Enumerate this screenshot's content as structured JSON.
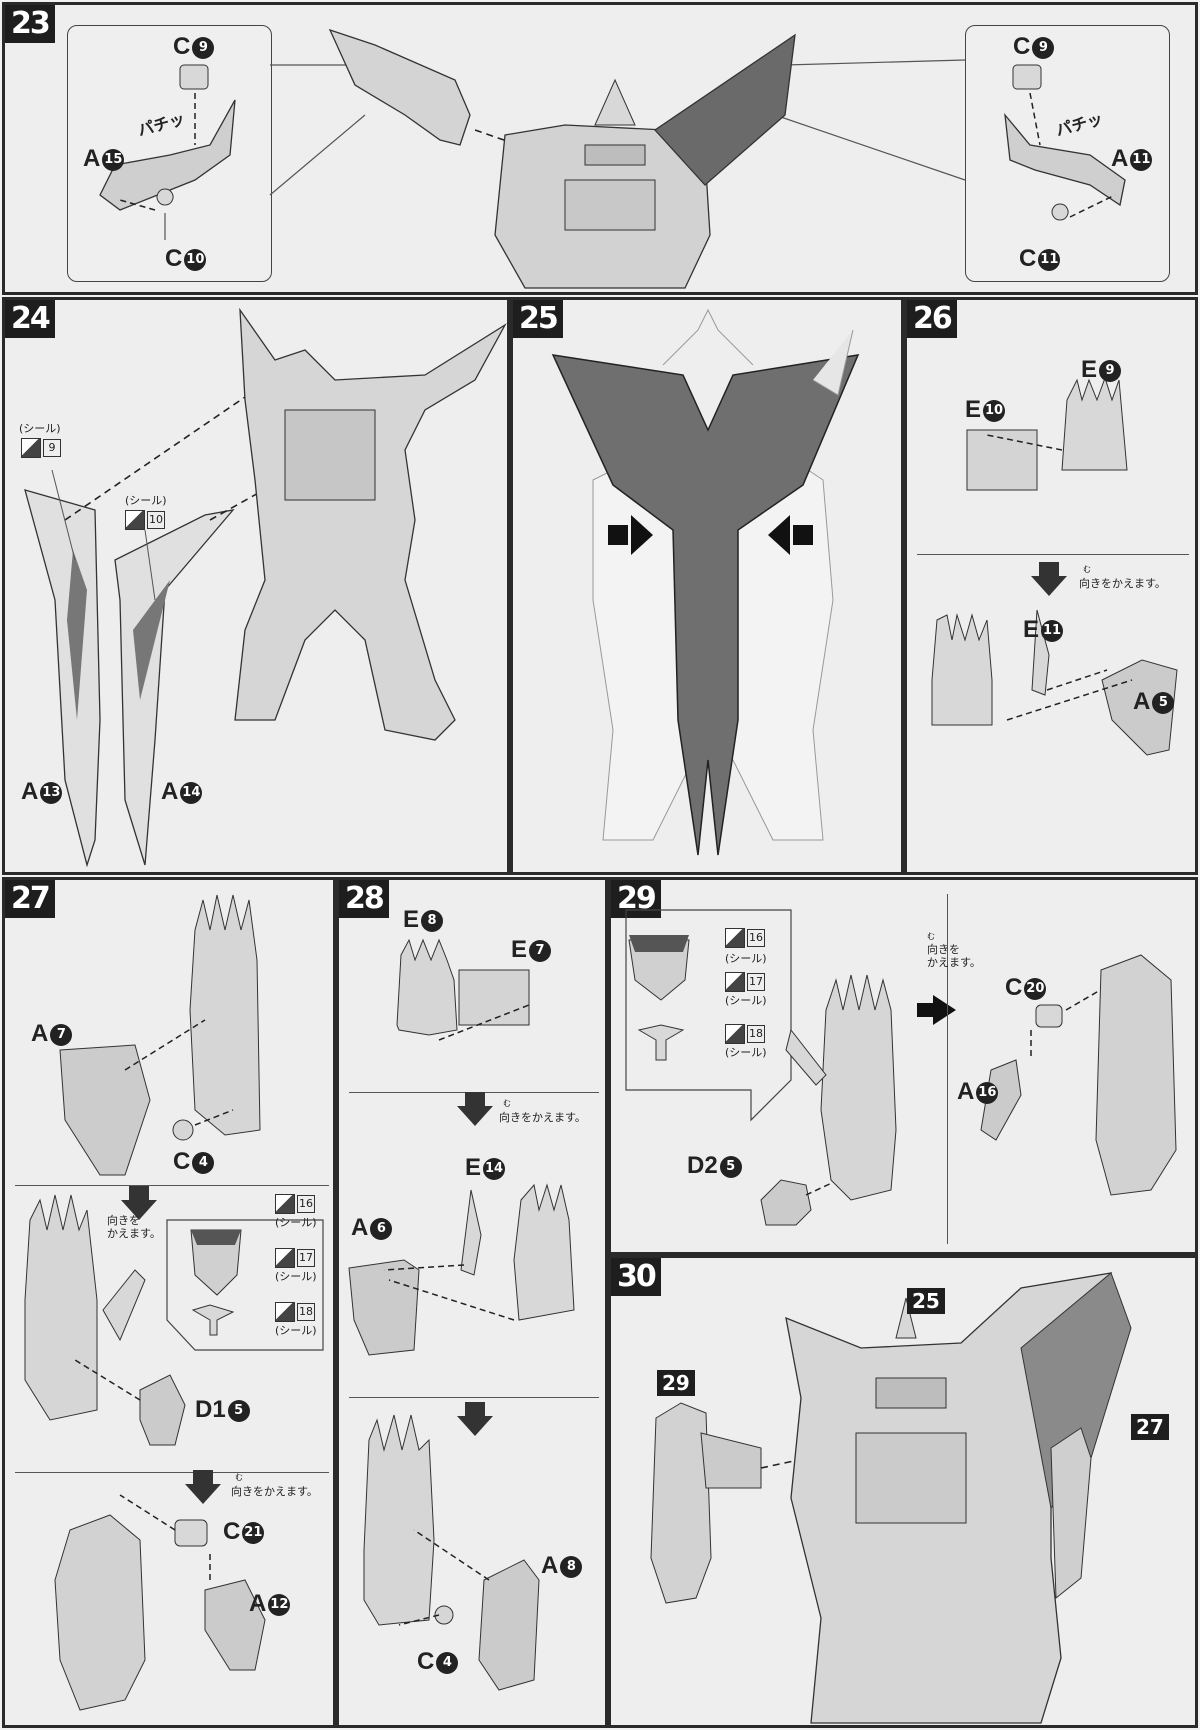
{
  "steps": {
    "s23": "23",
    "s24": "24",
    "s25": "25",
    "s26": "26",
    "s27": "27",
    "s28": "28",
    "s29": "29",
    "s30": "30"
  },
  "parts": {
    "C": "C",
    "A": "A",
    "E": "E",
    "D1": "D1",
    "D2": "D2",
    "n9": "9",
    "n10": "10",
    "n15": "15",
    "n11": "11",
    "n13": "13",
    "n14": "14",
    "n5": "5",
    "n7": "7",
    "n4": "4",
    "n8": "8",
    "n6": "6",
    "n12": "12",
    "n21": "21",
    "n20": "20",
    "n16": "16"
  },
  "sfx": {
    "pachi_left": "パチッ",
    "pachi_right": "パチッ"
  },
  "seal_word": "(シール)",
  "seals": {
    "s9": "9",
    "s10": "10",
    "s16": "16",
    "s17": "17",
    "s18": "18"
  },
  "turn_over": "向きをかえます。",
  "turn_over_l1": "向きを",
  "turn_over_l2": "かえます。",
  "ruby_mu": "む",
  "refs": {
    "r25": "25",
    "r29": "29",
    "r27": "27"
  }
}
